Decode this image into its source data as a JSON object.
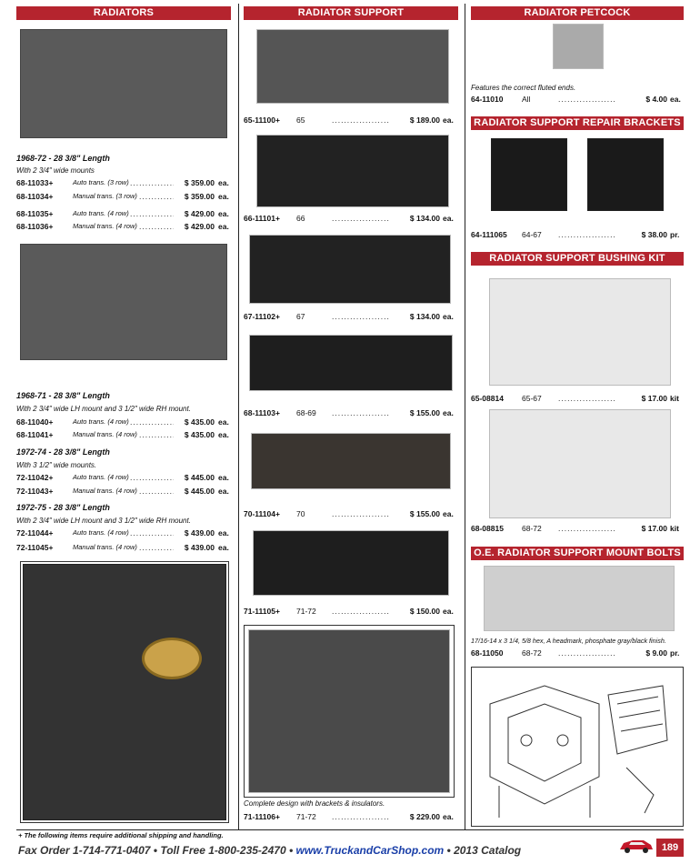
{
  "sections": {
    "radiators": "RADIATORS",
    "radiator_support": "RADIATOR SUPPORT",
    "radiator_petcock": "RADIATOR PETCOCK",
    "repair_brackets": "RADIATOR SUPPORT REPAIR BRACKETS",
    "bushing_kit": "RADIATOR SUPPORT BUSHING KIT",
    "mount_bolts": "O.E. RADIATOR SUPPORT MOUNT BOLTS"
  },
  "radiators": {
    "group1": {
      "title": "1968-72 - 28 3/8\" Length",
      "note": "With 2 3/4\" wide mounts",
      "items": [
        {
          "part": "68-11033+",
          "desc": "Auto trans. (3 row)",
          "price": "$ 359.00",
          "unit": "ea."
        },
        {
          "part": "68-11034+",
          "desc": "Manual trans. (3 row)",
          "price": "$ 359.00",
          "unit": "ea."
        },
        {
          "part": "68-11035+",
          "desc": "Auto trans. (4 row)",
          "price": "$ 429.00",
          "unit": "ea."
        },
        {
          "part": "68-11036+",
          "desc": "Manual trans. (4 row)",
          "price": "$ 429.00",
          "unit": "ea."
        }
      ]
    },
    "group2": {
      "title": "1968-71 - 28 3/8\" Length",
      "note": "With 2 3/4\" wide LH mount and 3 1/2\" wide RH mount.",
      "items": [
        {
          "part": "68-11040+",
          "desc": "Auto trans. (4 row)",
          "price": "$ 435.00",
          "unit": "ea."
        },
        {
          "part": "68-11041+",
          "desc": "Manual trans. (4 row)",
          "price": "$ 435.00",
          "unit": "ea."
        }
      ]
    },
    "group3": {
      "title": "1972-74 - 28 3/8\" Length",
      "note": "With 3 1/2\" wide mounts.",
      "items": [
        {
          "part": "72-11042+",
          "desc": "Auto trans. (4 row)",
          "price": "$ 445.00",
          "unit": "ea."
        },
        {
          "part": "72-11043+",
          "desc": "Manual trans. (4 row)",
          "price": "$ 445.00",
          "unit": "ea."
        }
      ]
    },
    "group4": {
      "title": "1972-75 - 28 3/8\" Length",
      "note": "With 2 3/4\" wide LH mount and 3 1/2\" wide RH mount.",
      "items": [
        {
          "part": "72-11044+",
          "desc": "Auto trans. (4 row)",
          "price": "$ 439.00",
          "unit": "ea."
        },
        {
          "part": "72-11045+",
          "desc": "Manual trans. (4 row)",
          "price": "$ 439.00",
          "unit": "ea."
        }
      ]
    }
  },
  "supports": [
    {
      "part": "65-11100+",
      "year": "65",
      "price": "$ 189.00",
      "unit": "ea."
    },
    {
      "part": "66-11101+",
      "year": "66",
      "price": "$ 134.00",
      "unit": "ea."
    },
    {
      "part": "67-11102+",
      "year": "67",
      "price": "$ 134.00",
      "unit": "ea."
    },
    {
      "part": "68-11103+",
      "year": "68-69",
      "price": "$ 155.00",
      "unit": "ea."
    },
    {
      "part": "70-11104+",
      "year": "70",
      "price": "$ 155.00",
      "unit": "ea."
    },
    {
      "part": "71-11105+",
      "year": "71-72",
      "price": "$ 150.00",
      "unit": "ea."
    }
  ],
  "support_complete": {
    "caption": "Complete design with brackets & insulators.",
    "part": "71-11106+",
    "year": "71-72",
    "price": "$ 229.00",
    "unit": "ea."
  },
  "petcock": {
    "note": "Features the correct fluted ends.",
    "part": "64-11010",
    "year": "All",
    "price": "$ 4.00",
    "unit": "ea."
  },
  "brackets": {
    "part": "64-111065",
    "year": "64-67",
    "price": "$ 38.00",
    "unit": "pr."
  },
  "bushings": [
    {
      "part": "65-08814",
      "year": "65-67",
      "price": "$ 17.00",
      "unit": "kit"
    },
    {
      "part": "68-08815",
      "year": "68-72",
      "price": "$ 17.00",
      "unit": "kit"
    }
  ],
  "bolts": {
    "note": "17/16-14 x 3 1/4, 5/8 hex, A headmark, phosphate gray/black finish.",
    "part": "68-11050",
    "year": "68-72",
    "price": "$ 9.00",
    "unit": "pr."
  },
  "dots": "...................",
  "footer": {
    "footnote": "+ The following items require additional shipping and handling.",
    "fax": "Fax Order 1-714-771-0407",
    "sep": " • ",
    "toll": "Toll Free 1-800-235-2470",
    "url": "www.TruckandCarShop.com",
    "catalog": "2013 Catalog",
    "page": "189"
  }
}
